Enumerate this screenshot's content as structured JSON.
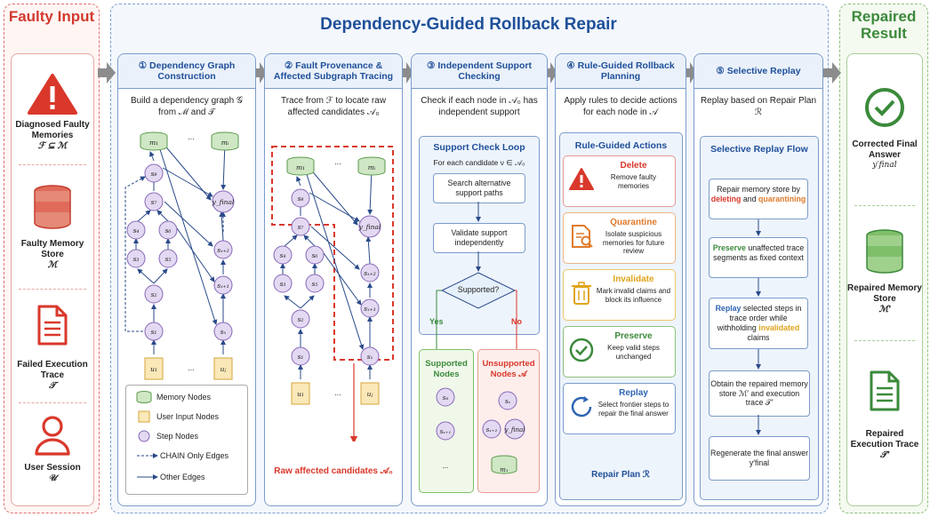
{
  "title": "Dependency-Guided Rollback Repair",
  "faulty_input": {
    "title": "Faulty Input",
    "items": [
      {
        "label": "Diagnosed Faulty Memories",
        "sub": "ℱ ⊆ ℳ"
      },
      {
        "label": "Faulty Memory Store",
        "sub": "ℳ"
      },
      {
        "label": "Failed Execution Trace",
        "sub": "𝒯"
      },
      {
        "label": "User Session",
        "sub": "𝒰"
      }
    ]
  },
  "repaired_result": {
    "title": "Repaired Result",
    "items": [
      {
        "label": "Corrected Final Answer",
        "sub": "y′final"
      },
      {
        "label": "Repaired Memory Store",
        "sub": "ℳ′"
      },
      {
        "label": "Repaired Execution Trace",
        "sub": "𝒯′"
      }
    ]
  },
  "steps": [
    {
      "num": "①",
      "title": "Dependency Graph Construction",
      "desc": "Build a dependency graph 𝒢 from ℳ and 𝒯"
    },
    {
      "num": "②",
      "title": "Fault Provenance & Affected Subgraph Tracing",
      "desc": "Trace from ℱ to locate raw affected candidates 𝒜₀"
    },
    {
      "num": "③",
      "title": "Independent Support Checking",
      "desc": "Check if each node in 𝒜₀ has independent support"
    },
    {
      "num": "④",
      "title": "Rule-Guided Rollback Planning",
      "desc": "Apply rules to decide actions for each node in 𝒜"
    },
    {
      "num": "⑤",
      "title": "Selective Replay",
      "desc": "Replay based on Repair Plan ℛ"
    }
  ],
  "legend": [
    {
      "label": "Memory Nodes"
    },
    {
      "label": "User Input Nodes"
    },
    {
      "label": "Step Nodes"
    },
    {
      "label": "CHAIN Only Edges"
    },
    {
      "label": "Other Edges"
    }
  ],
  "graph_labels": {
    "m1": "m₁",
    "mi": "mᵢ",
    "u1": "u₁",
    "uj": "uⱼ",
    "s1": "s₁",
    "s2": "s₂",
    "s3": "s₃",
    "s4": "s₄",
    "s5": "s₅",
    "s6": "s₆",
    "s7": "s₇",
    "s8": "s₈",
    "sx": "sₓ",
    "sx1": "sₓ₊₁",
    "sx2": "sₓ₊₂",
    "yfinal": "y_final",
    "dots": "..."
  },
  "raw_affected": "Raw affected candidates 𝒜₀",
  "support_loop": {
    "title": "Support Check Loop",
    "for_each": "For each candidate ν ∈ 𝒜₀",
    "search": "Search alternative support paths",
    "validate": "Validate support independently",
    "decision": "Supported?",
    "yes": "Yes",
    "no": "No",
    "supported_title": "Supported Nodes",
    "unsupported_title": "Unsupported Nodes 𝒜",
    "supported_nodes": [
      "s₈",
      "sₓ₊₁",
      "..."
    ],
    "unsupported_nodes": [
      "sₓ",
      "sₓ₊₂",
      "y_final",
      "m₁"
    ]
  },
  "actions": {
    "title": "Rule-Guided Actions",
    "items": [
      {
        "name": "Delete",
        "desc": "Remove faulty memories",
        "color": "#d9382b"
      },
      {
        "name": "Quarantine",
        "desc": "Isolate suspicious memories for future review",
        "color": "#e07a2a"
      },
      {
        "name": "Invalidate",
        "desc": "Mark invalid claims and block its influence",
        "color": "#e0a41a"
      },
      {
        "name": "Preserve",
        "desc": "Keep valid steps unchanged",
        "color": "#3b8a3b"
      },
      {
        "name": "Replay",
        "desc": "Select frontier steps to repair the final answer",
        "color": "#2f64b5"
      }
    ],
    "plan": "Repair Plan ℛ"
  },
  "replay_flow": {
    "title": "Selective Replay Flow",
    "b1_pre": "Repair memory store by ",
    "b1_del": "deleting",
    "b1_and": " and ",
    "b1_quar": "quarantining",
    "b2_pres": "Preserve",
    "b2_rest": " unaffected trace segments as fixed context",
    "b3_rep": "Replay",
    "b3_mid": " selected steps in trace order while withholding ",
    "b3_inv": "invalidated",
    "b3_end": " claims",
    "b4": "Obtain the repaired memory store ℳ′ and execution trace 𝒯′",
    "b5": "Regenerate the final answer y′final"
  }
}
